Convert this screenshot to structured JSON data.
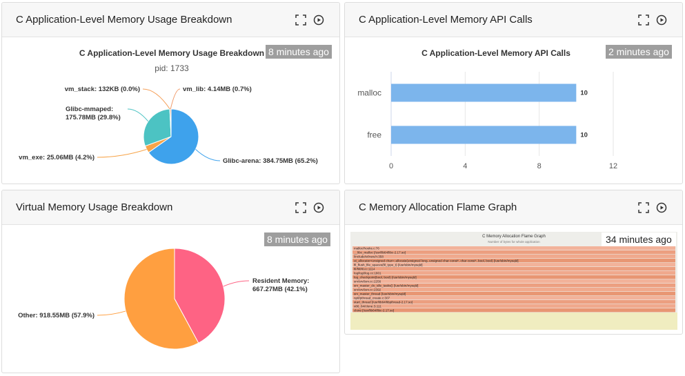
{
  "panels": {
    "p1": {
      "title": "C Application-Level Memory Usage Breakdown",
      "badge": "8 minutes ago",
      "chart_title": "C Application-Level Memory Usage Breakdown",
      "subtitle": "pid: 1733"
    },
    "p2": {
      "title": "C Application-Level Memory API Calls",
      "badge": "2 minutes ago",
      "chart_title": "C Application-Level Memory API Calls"
    },
    "p3": {
      "title": "Virtual Memory Usage Breakdown",
      "badge": "8 minutes ago"
    },
    "p4": {
      "title": "C Memory Allocation Flame Graph",
      "badge": "34 minutes ago",
      "flame_title": "C Memory Allocation Flame Graph",
      "flame_subtitle": "Number of bytes for whole application",
      "frames": [
        "malloc/hooks.c:76",
        "__libc_malloc [/usr/lib64/libc-2.17.so]",
        "/include/vt/new.h:358",
        "ut_allocator<unsigned char>::allocate(unsigned long, unsigned char const*, char const*, bool, bool) [/usr/sbin/mysqld]",
        "fil_flush_file_spaces(fil_type_t) [/usr/sbin/mysqld]",
        "fil/fil0fil.cc:1114",
        "log/log0log.cc:1801",
        "log_checkpoint(bool, bool) [/usr/sbin/mysqld]",
        "srv/srv0srv.cc:2256",
        "srv_master_do_idle_tasks() [/usr/sbin/mysqld]",
        "srv/srv0srv.cc:2392",
        "srv_master_thread [/usr/sbin/mysqld]",
        "nptl/pthread_create.c:307",
        "start_thread [/usr/lib64/libpthread-2.17.so]",
        "x86_64/clone.S:111",
        "clone [/usr/lib64/libc-2.17.so]"
      ]
    }
  },
  "chart_data": [
    {
      "type": "pie",
      "title": "C Application-Level Memory Usage Breakdown",
      "subtitle": "pid: 1733",
      "slices": [
        {
          "label": "Glibc-arena: 384.75MB (65.2%)",
          "value": 65.2,
          "color": "#3ea2ec"
        },
        {
          "label": "vm_exe: 25.06MB (4.2%)",
          "value": 4.2,
          "color": "#f7a449"
        },
        {
          "label": "Glibc-mmaped: 175.78MB (29.8%)",
          "value": 29.8,
          "color": "#4cc3c3"
        },
        {
          "label": "vm_stack: 132KB (0.0%)",
          "value": 0.05,
          "color": "#f5a05a"
        },
        {
          "label": "vm_lib: 4.14MB (0.7%)",
          "value": 0.7,
          "color": "#f09a6a"
        }
      ]
    },
    {
      "type": "bar",
      "title": "C Application-Level Memory API Calls",
      "categories": [
        "malloc",
        "free"
      ],
      "values": [
        10,
        10
      ],
      "xlim": [
        0,
        12
      ],
      "ticks": [
        "0",
        "4",
        "8",
        "12"
      ],
      "data_labels": [
        "10",
        "10"
      ],
      "color": "#7cb5ec"
    },
    {
      "type": "pie",
      "title": "",
      "slices": [
        {
          "label": "Resident Memory: 667.27MB (42.1%)",
          "value": 42.1,
          "color": "#fe6384"
        },
        {
          "label": "Other: 918.55MB (57.9%)",
          "value": 57.9,
          "color": "#ff9f40"
        }
      ]
    }
  ]
}
